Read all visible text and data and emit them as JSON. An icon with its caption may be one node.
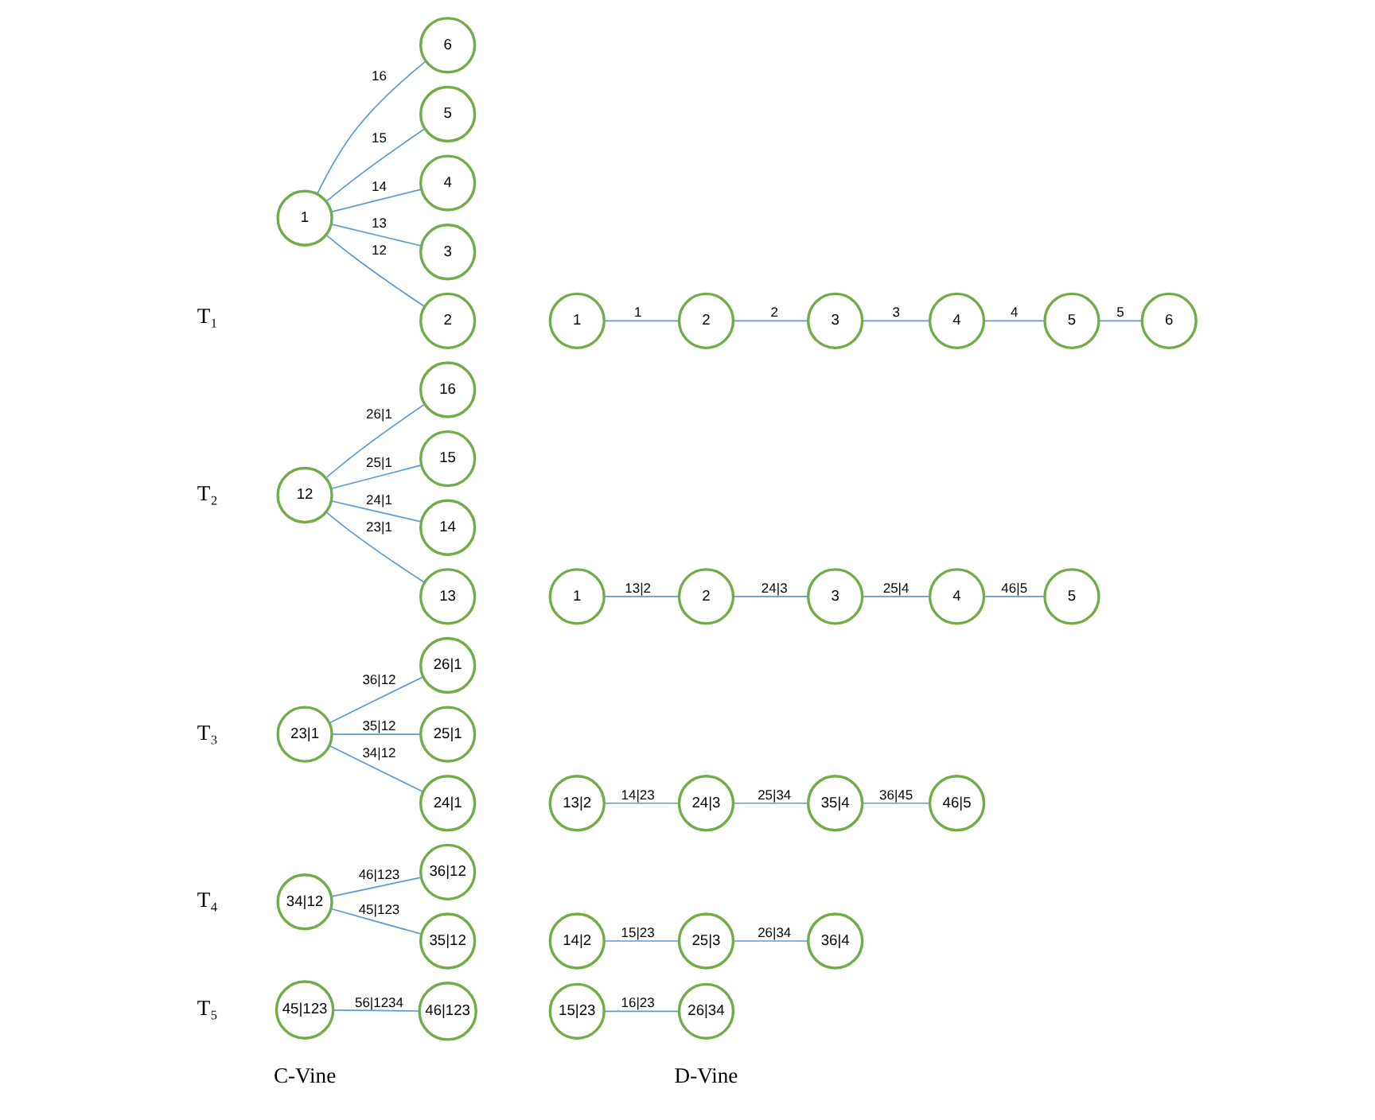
{
  "diagram": {
    "nodes": [
      {
        "text": [
          "6"
        ]
      },
      {
        "text": [
          "5"
        ]
      },
      {
        "text": [
          "4"
        ]
      },
      {
        "text": [
          "3"
        ]
      },
      {
        "text": [
          "1"
        ]
      },
      {
        "text": [
          "2"
        ]
      },
      {
        "text": [
          "1"
        ]
      },
      {
        "text": [
          "2"
        ]
      },
      {
        "text": [
          "3"
        ]
      },
      {
        "text": [
          "4"
        ]
      },
      {
        "text": [
          "5"
        ]
      },
      {
        "text": [
          "6"
        ]
      },
      {
        "text": [
          "16"
        ]
      },
      {
        "text": [
          "15"
        ]
      },
      {
        "text": [
          "14"
        ]
      },
      {
        "text": [
          "12"
        ]
      },
      {
        "text": [
          "13"
        ]
      },
      {
        "text": [
          "1"
        ]
      },
      {
        "text": [
          "2"
        ]
      },
      {
        "text": [
          "3"
        ]
      },
      {
        "text": [
          "4"
        ]
      },
      {
        "text": [
          "5"
        ]
      },
      {
        "text": [
          "26|1"
        ]
      },
      {
        "text": [
          "25|1"
        ]
      },
      {
        "text": [
          "23|1"
        ]
      },
      {
        "text": [
          "24|1"
        ]
      },
      {
        "text": [
          "13|2"
        ]
      },
      {
        "text": [
          "24|3"
        ]
      },
      {
        "text": [
          "35|4"
        ]
      },
      {
        "text": [
          "46|5"
        ]
      },
      {
        "text": [
          "36|12"
        ]
      },
      {
        "text": [
          "34|12"
        ]
      },
      {
        "text": [
          "35|12"
        ]
      },
      {
        "text": [
          "14|2"
        ]
      },
      {
        "text": [
          "25|3"
        ]
      },
      {
        "text": [
          "36|4"
        ]
      },
      {
        "text": [
          "45|123"
        ]
      },
      {
        "text": [
          "46|123"
        ]
      },
      {
        "text": [
          "15|23"
        ]
      },
      {
        "text": [
          "26|34"
        ]
      }
    ],
    "edges": [
      {
        "from": 4,
        "to": 0,
        "arrow": "none",
        "label": "16"
      },
      {
        "from": 4,
        "to": 1,
        "arrow": "none",
        "label": "15"
      },
      {
        "from": 4,
        "to": 2,
        "arrow": "none",
        "label": "14"
      },
      {
        "from": 4,
        "to": 3,
        "arrow": "none",
        "label": "13"
      },
      {
        "from": 4,
        "to": 5,
        "arrow": "none",
        "label": "12"
      },
      {
        "from": 6,
        "to": 7,
        "arrow": "none",
        "label": "1"
      },
      {
        "from": 7,
        "to": 8,
        "arrow": "none",
        "label": "2"
      },
      {
        "from": 8,
        "to": 9,
        "arrow": "none",
        "label": "3"
      },
      {
        "from": 9,
        "to": 10,
        "arrow": "none",
        "label": "4"
      },
      {
        "from": 10,
        "to": 11,
        "arrow": "none",
        "label": "5"
      },
      {
        "from": 15,
        "to": 12,
        "arrow": "none",
        "label": "26|1"
      },
      {
        "from": 15,
        "to": 13,
        "arrow": "none",
        "label": "25|1"
      },
      {
        "from": 15,
        "to": 14,
        "arrow": "none",
        "label": "24|1"
      },
      {
        "from": 15,
        "to": 16,
        "arrow": "none",
        "label": "23|1"
      },
      {
        "from": 17,
        "to": 18,
        "arrow": "none",
        "label": "13|2"
      },
      {
        "from": 18,
        "to": 19,
        "arrow": "none",
        "label": "24|3"
      },
      {
        "from": 19,
        "to": 20,
        "arrow": "none",
        "label": "25|4"
      },
      {
        "from": 20,
        "to": 21,
        "arrow": "none",
        "label": "46|5"
      },
      {
        "from": 24,
        "to": 22,
        "arrow": "none",
        "label": "36|12"
      },
      {
        "from": 24,
        "to": 23,
        "arrow": "none",
        "label": "35|12"
      },
      {
        "from": 24,
        "to": 25,
        "arrow": "none",
        "label": "34|12"
      },
      {
        "from": 26,
        "to": 27,
        "arrow": "none",
        "label": "14|23"
      },
      {
        "from": 27,
        "to": 28,
        "arrow": "none",
        "label": "25|34"
      },
      {
        "from": 28,
        "to": 29,
        "arrow": "none",
        "label": "36|45"
      },
      {
        "from": 31,
        "to": 30,
        "arrow": "none",
        "label": "46|123"
      },
      {
        "from": 31,
        "to": 32,
        "arrow": "none",
        "label": "45|123"
      },
      {
        "from": 33,
        "to": 34,
        "arrow": "none",
        "label": "15|23"
      },
      {
        "from": 34,
        "to": 35,
        "arrow": "none",
        "label": "26|34"
      },
      {
        "from": 36,
        "to": 37,
        "arrow": "none",
        "label": "56|1234"
      },
      {
        "from": 38,
        "to": 39,
        "arrow": "none",
        "label": "16|23"
      }
    ],
    "labels": [
      "T₁",
      "T₂",
      "T₃",
      "T₄",
      "T₅",
      "C-Vine",
      "D-Vine"
    ]
  }
}
